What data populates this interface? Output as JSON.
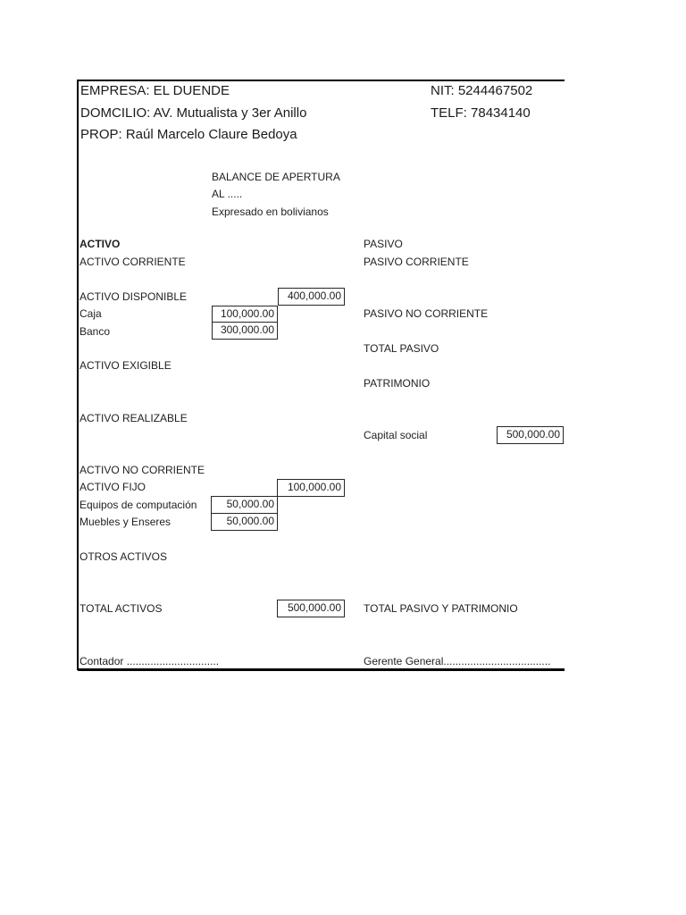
{
  "header": {
    "empresa": "EMPRESA: EL DUENDE",
    "nit": "NIT: 5244467502",
    "domicilio": "DOMCILIO: AV. Mutualista y 3er Anillo",
    "telf": "TELF: 78434140",
    "prop": "PROP: Raúl Marcelo Claure Bedoya"
  },
  "title": {
    "line1": "BALANCE DE APERTURA",
    "line2": "AL .....",
    "line3": "Expresado en bolivianos"
  },
  "activo": {
    "section": "ACTIVO",
    "corriente": "ACTIVO CORRIENTE",
    "disponible_label": "ACTIVO DISPONIBLE",
    "disponible_value": "400,000.00",
    "caja_label": "Caja",
    "caja_value": "100,000.00",
    "banco_label": "Banco",
    "banco_value": "300,000.00",
    "exigible": "ACTIVO EXIGIBLE",
    "realizable": "ACTIVO REALIZABLE",
    "no_corriente": "ACTIVO NO CORRIENTE",
    "fijo_label": "ACTIVO FIJO",
    "fijo_value": "100,000.00",
    "equipos_label": "Equipos de computación",
    "equipos_value": "50,000.00",
    "muebles_label": "Muebles y Enseres",
    "muebles_value": "50,000.00",
    "otros": "OTROS ACTIVOS",
    "total_label": "TOTAL ACTIVOS",
    "total_value": "500,000.00"
  },
  "pasivo": {
    "section": "PASIVO",
    "corriente": "PASIVO CORRIENTE",
    "no_corriente": "PASIVO NO CORRIENTE",
    "total": "TOTAL PASIVO",
    "patrimonio": "PATRIMONIO",
    "capital_label": "Capital social",
    "capital_value": "500,000.00",
    "total_patrimonio": "TOTAL PASIVO Y PATRIMONIO"
  },
  "signatures": {
    "contador": "Contador ...............................",
    "gerente": "Gerente General...................................."
  },
  "colors": {
    "sheet_border": "#000000",
    "cell_border": "#262626",
    "text": "#1f1f1f",
    "background": "#ffffff"
  }
}
